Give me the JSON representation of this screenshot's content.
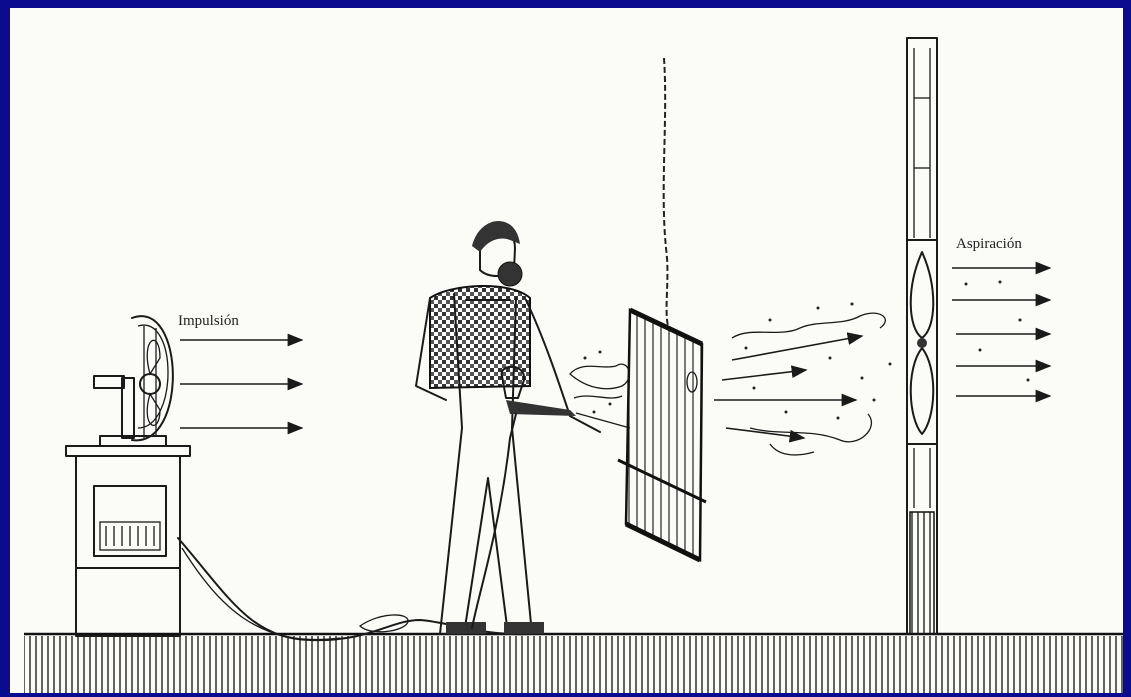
{
  "labels": {
    "impulsion": "Impulsión",
    "aspiracion": "Aspiración"
  },
  "colors": {
    "background": "#0b0b8f",
    "paper": "#fbfbf8",
    "ink": "#1a1a1a"
  },
  "icons": {
    "fan": "floor-fan",
    "worker": "worker-with-spray-gun",
    "part": "hanging-radiator-panel",
    "extractor": "wall-extractor-fan"
  }
}
